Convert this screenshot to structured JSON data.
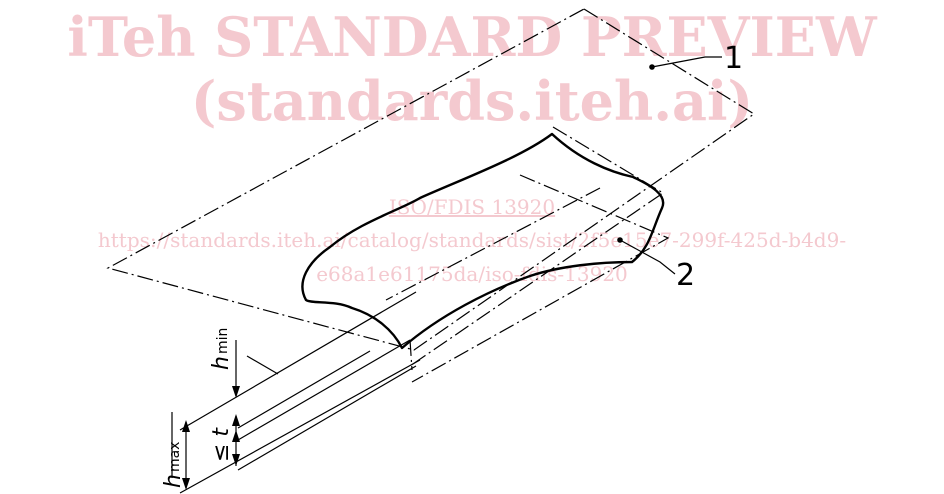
{
  "watermark": {
    "line1": "iTeh STANDARD PREVIEW",
    "line2": "(standards.iteh.ai)",
    "doc_id": "ISO/FDIS 13920",
    "url_line1": "https://standards.iteh.ai/catalog/standards/sist/2f5e15e7-299f-425d-b4d9-",
    "url_line2": "e68a1e61175da/iso-fdis-13920"
  },
  "callouts": {
    "plane_label": "1",
    "surface_label": "2"
  },
  "dimensions": {
    "h": "h",
    "min_sub": "min",
    "max_sub": "max",
    "tolerance": "≤ t"
  }
}
